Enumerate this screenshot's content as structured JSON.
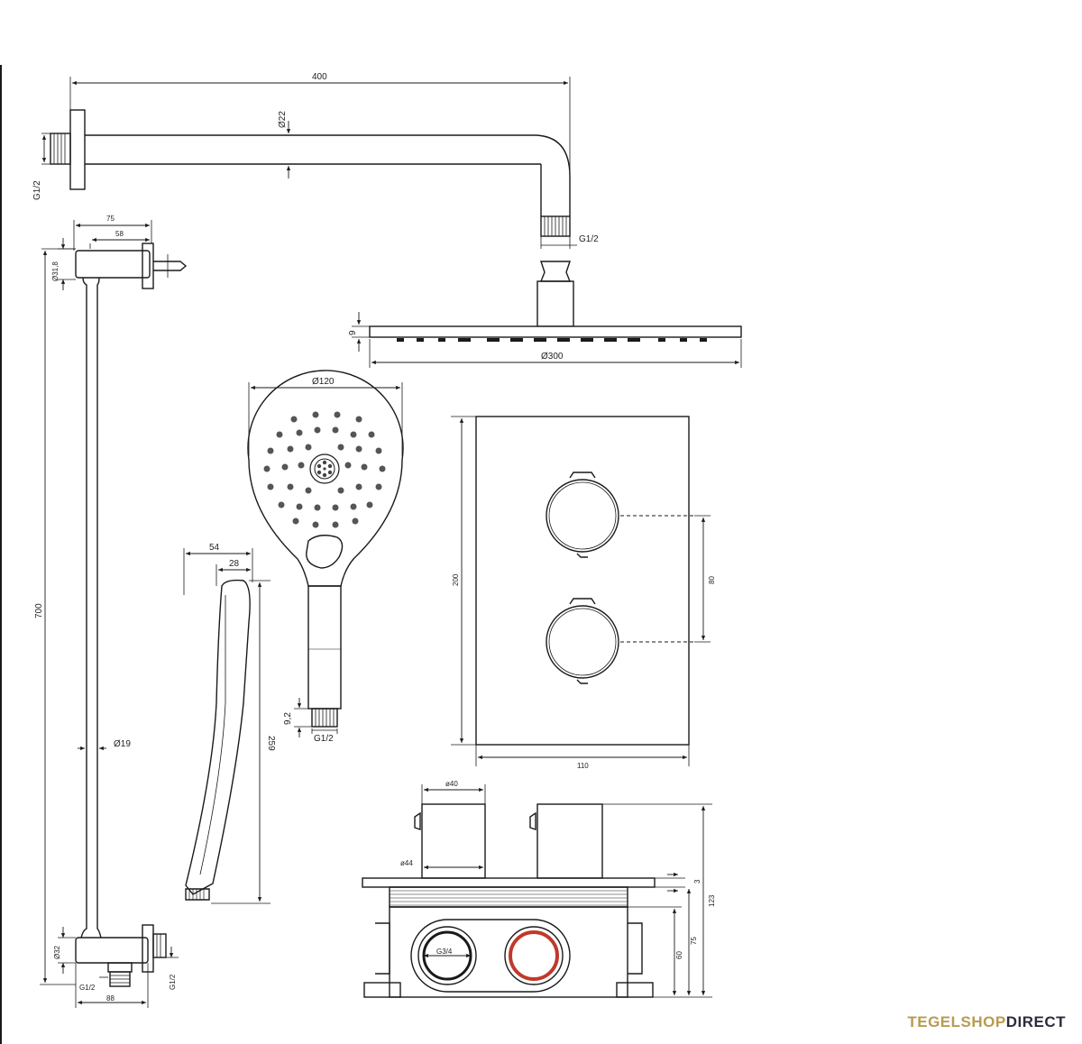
{
  "brand": {
    "part1": "TEGELSHOP",
    "part2": "DIRECT",
    "color_gold": "#b89a52",
    "color_dark": "#2c2c3c"
  },
  "colors": {
    "line": "#1a1a1a",
    "red_ring": "#c0392b",
    "fill_light": "#fafafa"
  },
  "dimensions": {
    "arm_length": "400",
    "arm_diameter": "Ø22",
    "wall_thread": "G1/2",
    "head_thread": "G1/2",
    "head_height": "9",
    "head_diameter": "Ø300",
    "bar_bracket_75": "75",
    "bar_bracket_58": "58",
    "bar_top_diameter": "Ø31,8",
    "bar_length": "700",
    "bar_tube_diameter": "Ø19",
    "bar_bottom_diameter": "Ø32",
    "bar_bottom_g12_left": "G1/2",
    "bar_bottom_g12_right": "G1/2",
    "bar_bottom_88": "88",
    "hand_diameter": "Ø120",
    "hand_side_54": "54",
    "hand_side_28": "28",
    "hand_length": "259",
    "hand_thread_9_2": "9,2",
    "hand_thread": "G1/2",
    "plate_height": "200",
    "plate_width": "110",
    "knob_spacing": "80",
    "valve_d40": "ø40",
    "valve_d44": "ø44",
    "valve_g34": "G3/4",
    "valve_3": "3",
    "valve_60": "60",
    "valve_75": "75",
    "valve_123": "123"
  }
}
